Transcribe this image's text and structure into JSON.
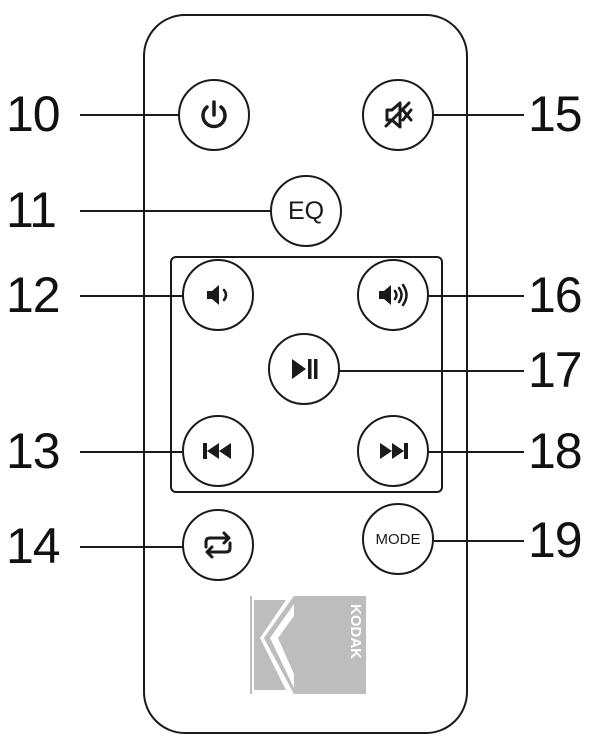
{
  "buttons": {
    "eq_label": "EQ",
    "mode_label": "MODE"
  },
  "callouts": {
    "power": "10",
    "eq": "11",
    "volume_down": "12",
    "previous": "13",
    "repeat": "14",
    "mute": "15",
    "volume_up": "16",
    "play_pause": "17",
    "next": "18",
    "mode": "19"
  },
  "icons": {
    "power": "power-icon",
    "mute": "mute-icon",
    "volume_down": "volume-down-icon",
    "volume_up": "volume-up-icon",
    "play_pause": "play-pause-icon",
    "previous": "previous-track-icon",
    "next": "next-track-icon",
    "repeat": "repeat-icon"
  },
  "logo": {
    "wordmark": "KODAK",
    "color": "#bdbdbd"
  },
  "colors": {
    "line": "#1a1a1a",
    "logo_gray": "#bdbdbd"
  }
}
